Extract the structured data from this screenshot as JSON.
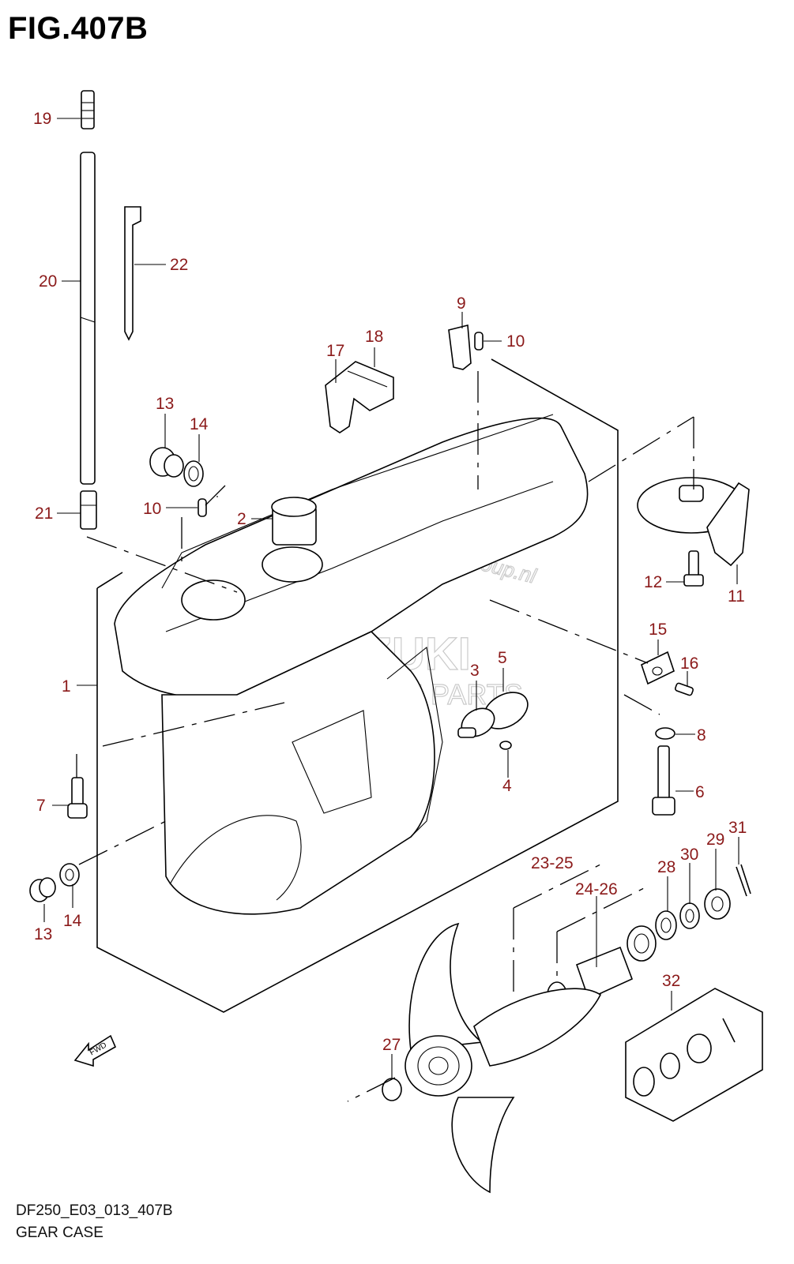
{
  "figure": {
    "title": "FIG.407B",
    "code": "DF250_E03_013_407B",
    "name": "GEAR CASE"
  },
  "watermark": {
    "brand": "SUZUKI",
    "line2": "MARINE PARTS",
    "line3": "Motorgroup.nl"
  },
  "fwd_label": "FWD",
  "callouts": [
    "19",
    "20",
    "22",
    "9",
    "10",
    "18",
    "17",
    "13",
    "14",
    "10",
    "21",
    "2",
    "1",
    "12",
    "11",
    "15",
    "16",
    "3",
    "5",
    "8",
    "7",
    "4",
    "6",
    "31",
    "30",
    "29",
    "28",
    "23-25",
    "24-26",
    "13",
    "14",
    "32",
    "27"
  ],
  "colors": {
    "callout": "#8b1a1a",
    "line": "#000000"
  }
}
